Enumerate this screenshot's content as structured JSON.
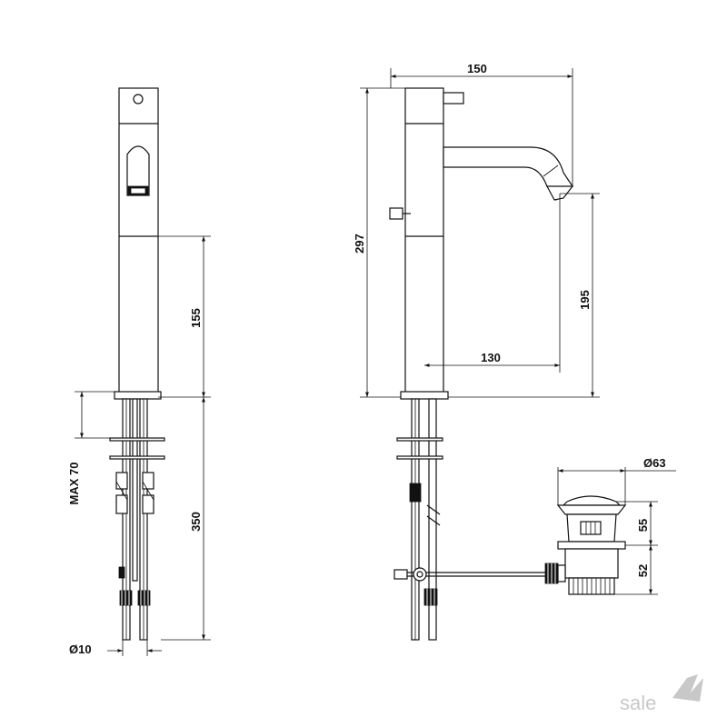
{
  "dimensions": {
    "front_hose_length": "155",
    "front_max_thickness": "MAX 70",
    "front_total_under": "350",
    "front_hose_diameter": "Ø10",
    "side_width": "150",
    "side_height": "297",
    "side_spout_height": "195",
    "side_spout_reach": "130",
    "waste_diameter": "Ø63",
    "waste_upper_height": "55",
    "waste_lower_height": "52"
  },
  "watermark": {
    "text": "sale",
    "color": "#c8c8c8"
  },
  "colors": {
    "line": "#111111",
    "background": "#ffffff"
  }
}
